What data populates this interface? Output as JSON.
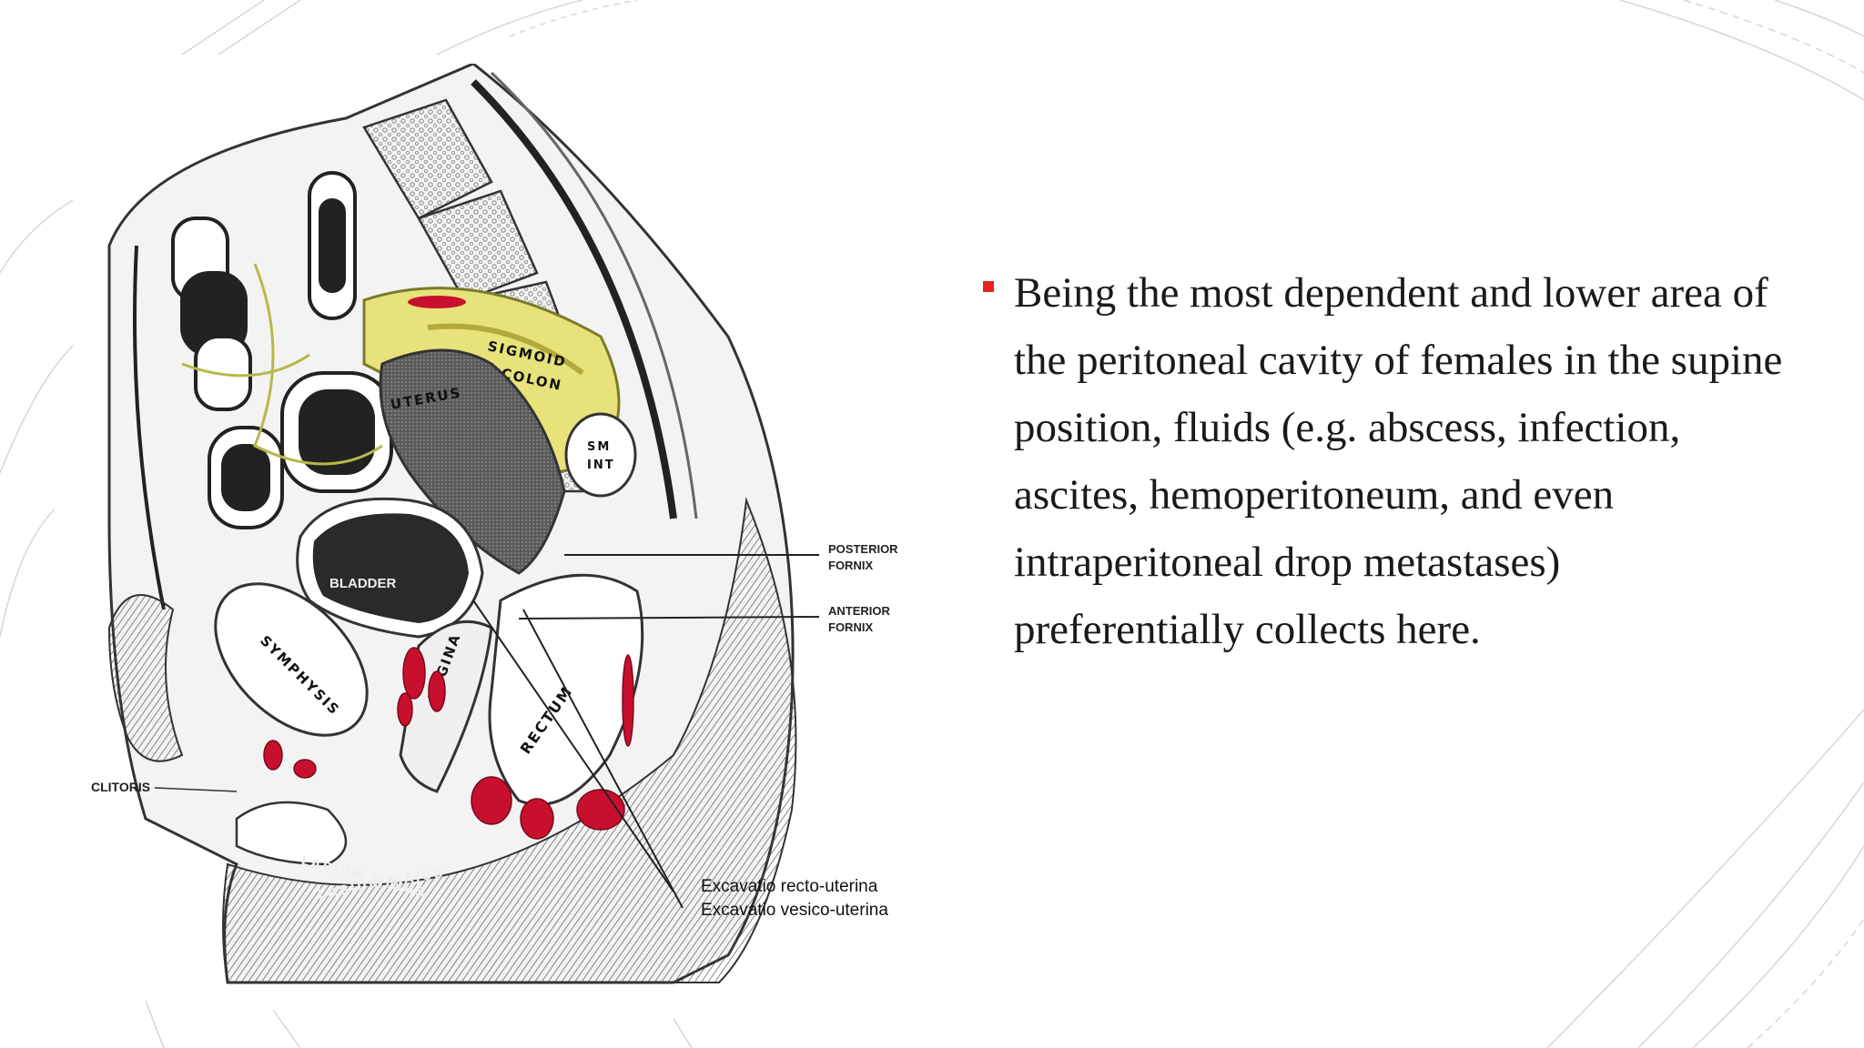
{
  "slide": {
    "bullets": [
      {
        "text": "Being the most dependent and lower area of the peritoneal cavity of females in the supine position, fluids (e.g. abscess, infection, ascites, hemoperitoneum, and even intraperitoneal drop metastases) preferentially collects here."
      }
    ],
    "accent_color": "#e8231b"
  },
  "figure": {
    "labels": {
      "sigmoid": "SIGMOID",
      "colon": "COLON",
      "uterus": "UTERUS",
      "sm": "SM",
      "int": "INT",
      "bladder": "BLADDER",
      "symphysis": "SYMPHYSIS",
      "vagina": "VAGINA",
      "rectum": "RECTUM",
      "clitoris": "CLITORIS",
      "labium_minus": "LABIUM MINUS",
      "labium_majus": "LABIUM MAJUS",
      "posterior_fornix_1": "POSTERIOR",
      "posterior_fornix_2": "FORNIX",
      "anterior_fornix_1": "ANTERIOR",
      "anterior_fornix_2": "FORNIX",
      "excavatio_recto": "Excavatio recto-uterina",
      "excavatio_vesico": "Excavatio vesico-uterina"
    }
  }
}
